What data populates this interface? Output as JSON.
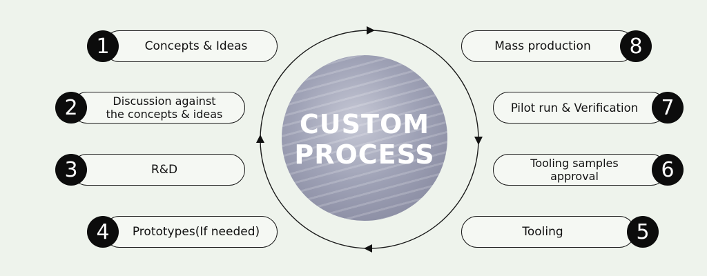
{
  "diagram": {
    "center_title_line1": "CUSTOM",
    "center_title_line2": "PROCESS",
    "steps": [
      {
        "number": "1",
        "label": "Concepts & Ideas"
      },
      {
        "number": "2",
        "label_line1": "Discussion against",
        "label_line2": "the concepts & ideas"
      },
      {
        "number": "3",
        "label": "R&D"
      },
      {
        "number": "4",
        "label": "Prototypes(If needed)"
      },
      {
        "number": "5",
        "label": "Tooling"
      },
      {
        "number": "6",
        "label_line1": "Tooling samples",
        "label_line2": "approval"
      },
      {
        "number": "7",
        "label": "Pilot run & Verification"
      },
      {
        "number": "8",
        "label": "Mass production"
      }
    ]
  }
}
